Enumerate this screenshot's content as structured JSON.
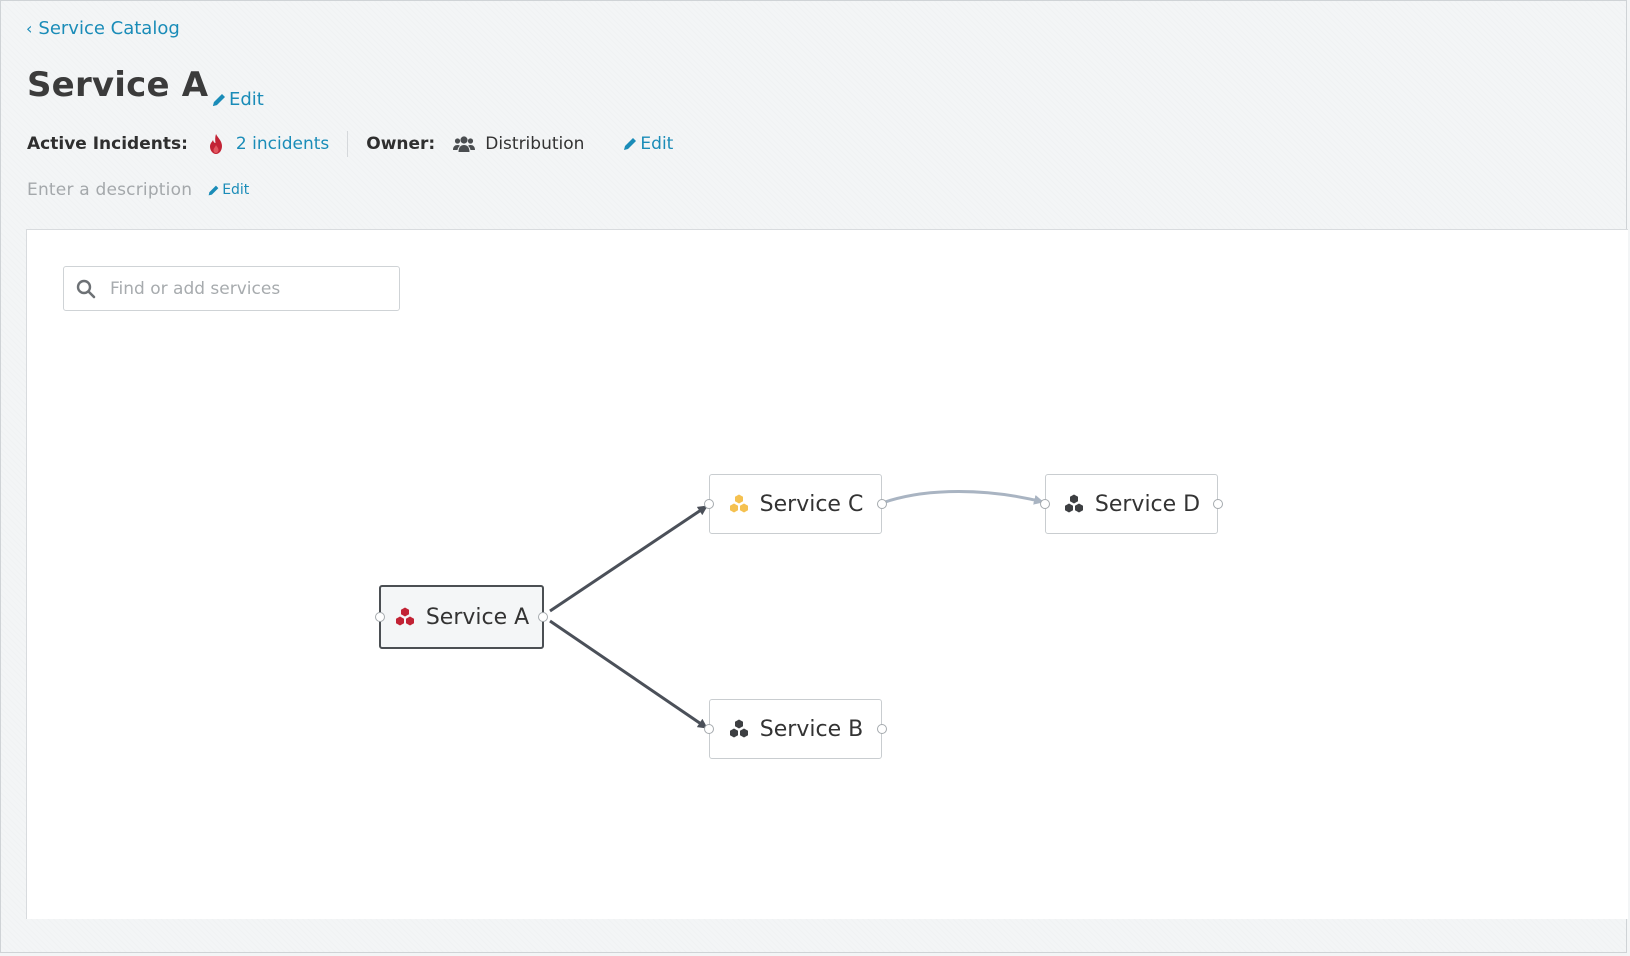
{
  "breadcrumb": {
    "label": "Service Catalog"
  },
  "page": {
    "title": "Service A",
    "edit_label": "Edit"
  },
  "meta": {
    "incidents_label": "Active Incidents:",
    "incidents_value": "2 incidents",
    "owner_label": "Owner:",
    "owner_value": "Distribution",
    "owner_edit_label": "Edit"
  },
  "description": {
    "placeholder": "Enter a description",
    "edit_label": "Edit"
  },
  "search": {
    "placeholder": "Find or add services"
  },
  "graph": {
    "nodes": [
      {
        "id": "a",
        "label": "Service A",
        "status": "critical",
        "icon_color": "#c22335",
        "selected": true
      },
      {
        "id": "c",
        "label": "Service C",
        "status": "warning",
        "icon_color": "#f5c150",
        "selected": false
      },
      {
        "id": "d",
        "label": "Service D",
        "status": "normal",
        "icon_color": "#3d3f42",
        "selected": false
      },
      {
        "id": "b",
        "label": "Service B",
        "status": "normal",
        "icon_color": "#3d3f42",
        "selected": false
      }
    ],
    "edges": [
      {
        "from": "Service A",
        "to": "Service C",
        "color": "#4b5059"
      },
      {
        "from": "Service A",
        "to": "Service B",
        "color": "#4b5059"
      },
      {
        "from": "Service C",
        "to": "Service D",
        "color": "#a9b4c2"
      }
    ]
  },
  "colors": {
    "link": "#1a8cb8",
    "incident_fire": "#c22335"
  }
}
